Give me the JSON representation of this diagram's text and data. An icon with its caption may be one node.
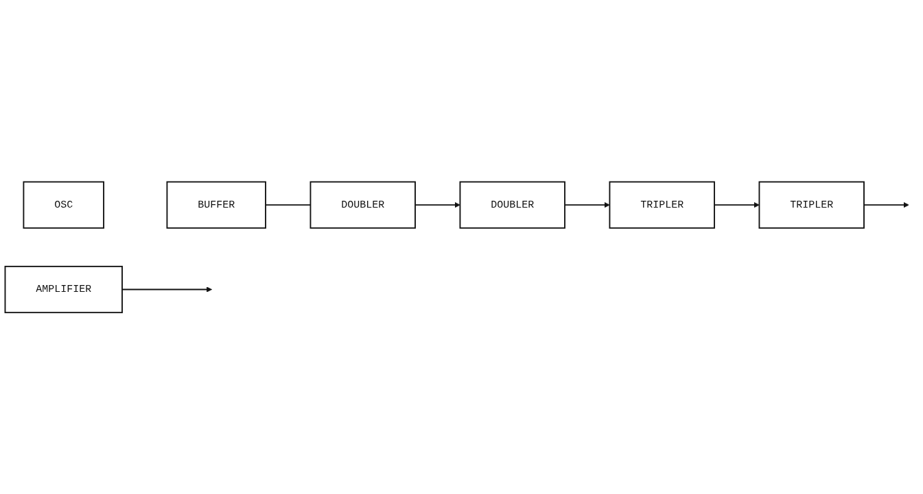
{
  "diagram": {
    "nodes": [
      {
        "text": [
          "OSC"
        ]
      },
      {
        "text": [
          "BUFFER"
        ]
      },
      {
        "text": [
          "DOUBLER"
        ]
      },
      {
        "text": [
          "DOUBLER"
        ]
      },
      {
        "text": [
          "TRIPLER"
        ]
      },
      {
        "text": [
          "TRIPLER"
        ]
      },
      {
        "text": [
          "AMPLIFIER"
        ]
      }
    ],
    "edges": [
      {
        "from": 1,
        "to": 2,
        "arrow": "none"
      },
      {
        "from": 2,
        "to": 3,
        "arrow": "to"
      },
      {
        "from": 3,
        "to": 4,
        "arrow": "to"
      },
      {
        "from": 4,
        "to": 5,
        "arrow": "to"
      },
      {
        "from": 5,
        "to": null,
        "arrow": "to"
      },
      {
        "from": 6,
        "to": null,
        "arrow": "to"
      }
    ]
  }
}
